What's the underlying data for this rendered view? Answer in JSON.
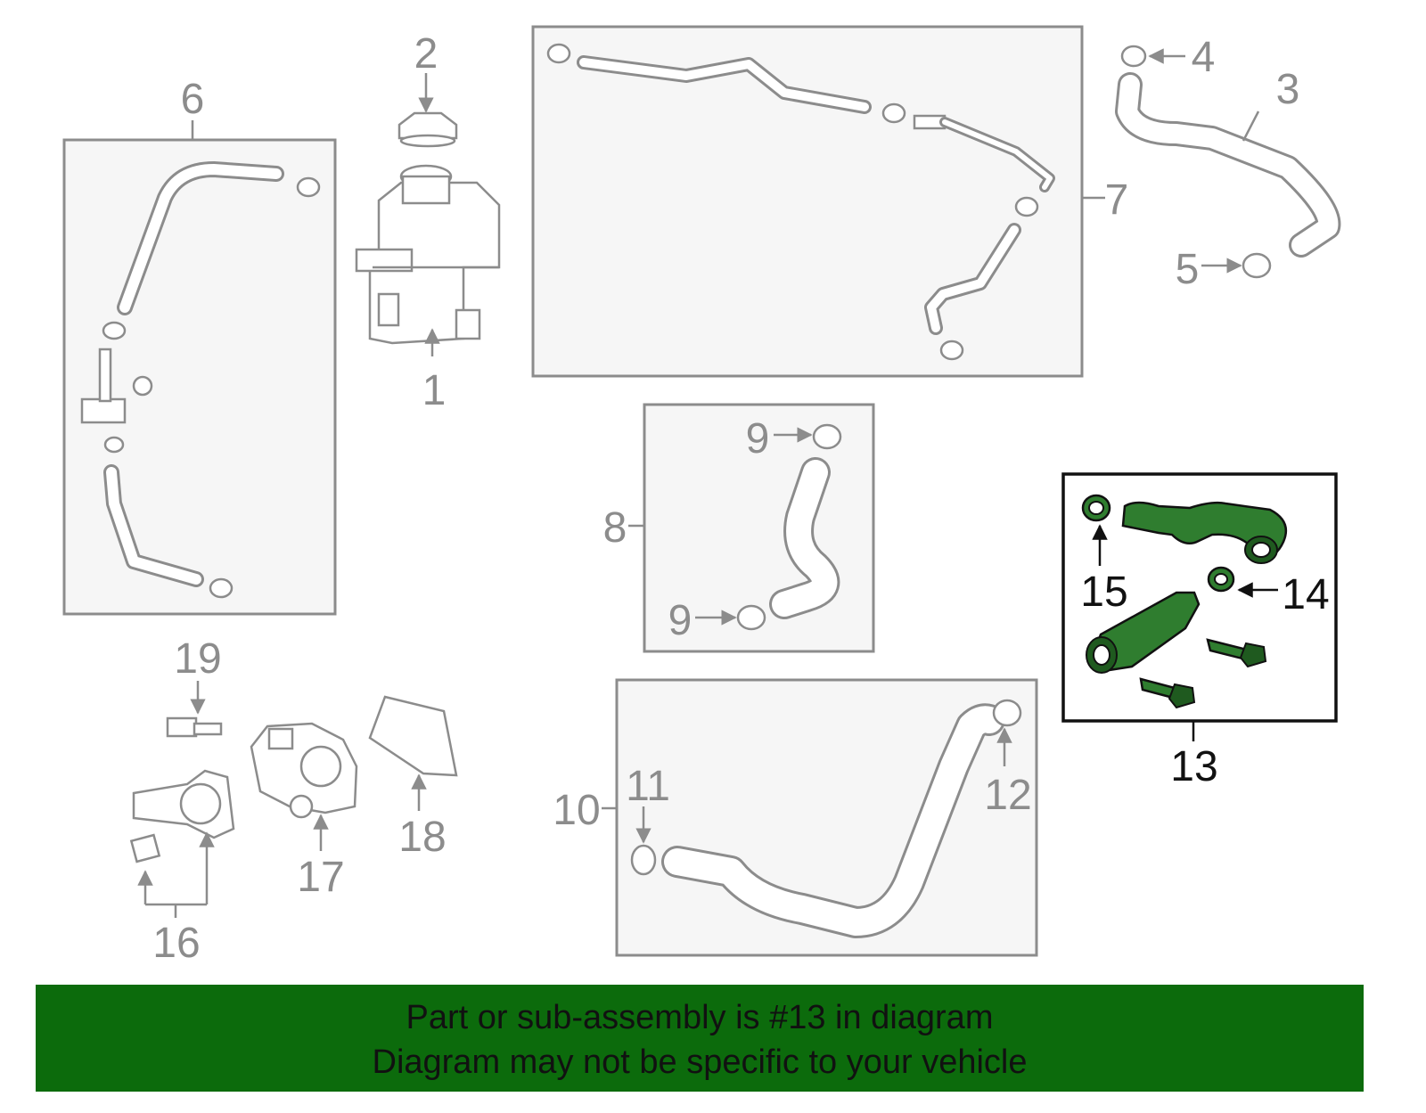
{
  "callouts": {
    "c1": "1",
    "c2": "2",
    "c3": "3",
    "c4": "4",
    "c5": "5",
    "c6": "6",
    "c7": "7",
    "c8": "8",
    "c9a": "9",
    "c9b": "9",
    "c10": "10",
    "c11": "11",
    "c12": "12",
    "c13": "13",
    "c14": "14",
    "c15": "15",
    "c16": "16",
    "c17": "17",
    "c18": "18",
    "c19": "19"
  },
  "highlight_color": "#2f7d2f",
  "banner": {
    "line1": "Part or sub-assembly is #13 in diagram",
    "line2": "Diagram may not be specific to your vehicle",
    "color": "#0c6b0c"
  }
}
